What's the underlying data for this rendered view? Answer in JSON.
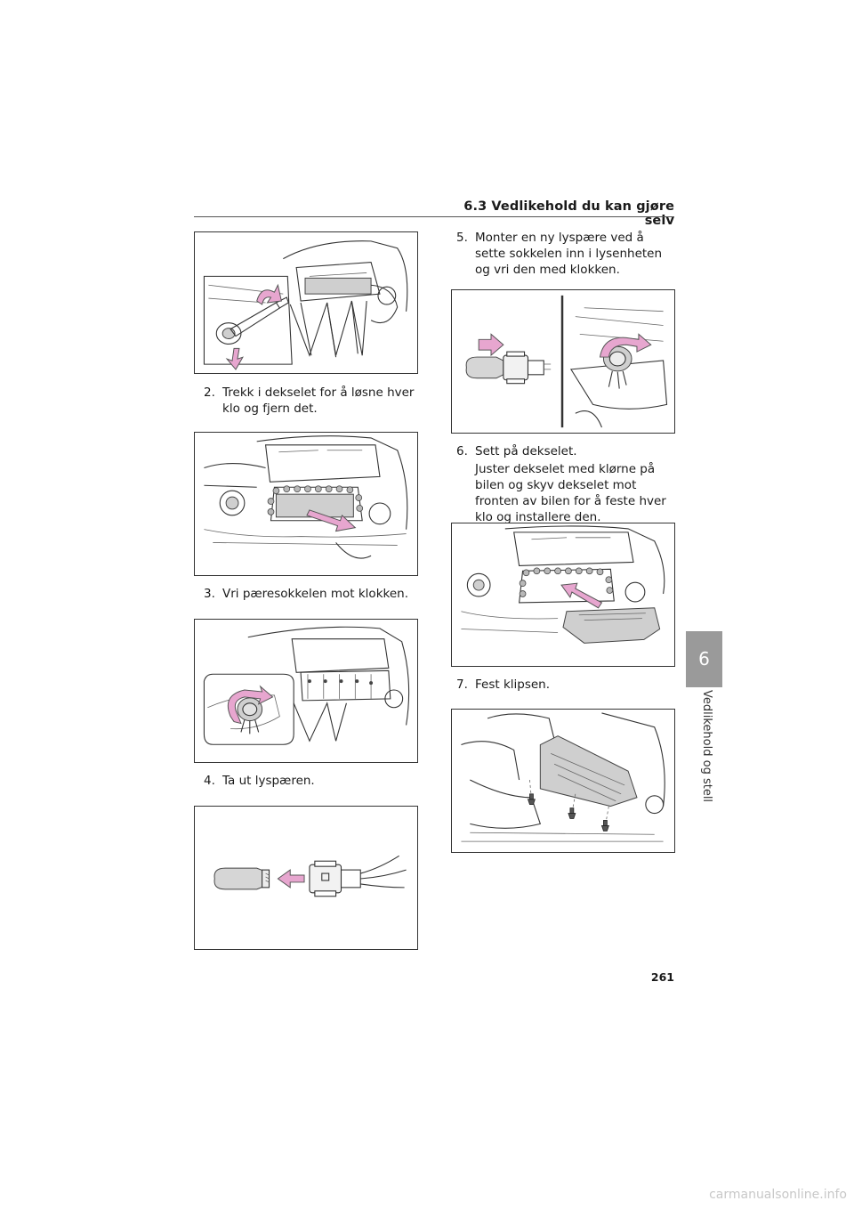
{
  "header": {
    "title": "6.3 Vedlikehold du kan gjøre selv"
  },
  "steps": [
    {
      "num": "2.",
      "text": "Trekk i dekselet for å løsne hver klo og fjern det."
    },
    {
      "num": "3.",
      "text": "Vri pæresokkelen mot klokken."
    },
    {
      "num": "4.",
      "text": "Ta ut lyspæren."
    },
    {
      "num": "5.",
      "text": "Monter en ny lyspære ved å sette sokkelen inn i lysenheten og vri den med klokken."
    },
    {
      "num": "6.",
      "text": "Sett på dekselet.",
      "detail": "Juster dekselet med klørne på bilen og skyv dekselet mot fronten av bilen for å feste hver klo og installere den."
    },
    {
      "num": "7.",
      "text": "Fest klipsen."
    }
  ],
  "side_tab": {
    "chapter_number": "6",
    "chapter_title": "Vedlikehold og stell"
  },
  "page_number": "261",
  "watermark": "carmanualsonline.info",
  "colors": {
    "highlight_arrow": "#e7a6cf",
    "tab_gray": "#9a9a9a"
  }
}
